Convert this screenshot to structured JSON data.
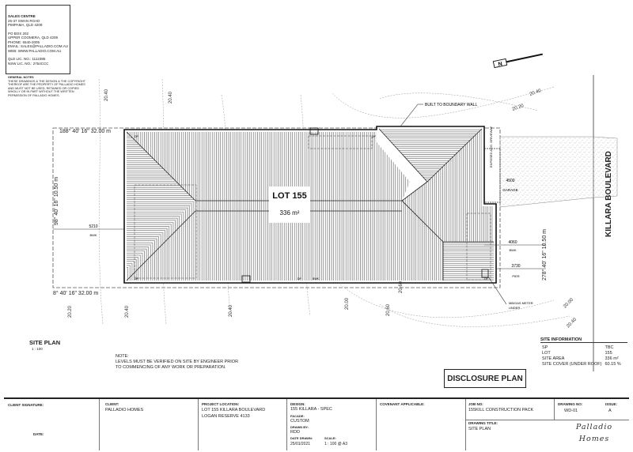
{
  "sales": {
    "heading": "SALES CENTRE",
    "lines": [
      "25-37 SWAN ROAD",
      "PIMPAMA, QLD 4209",
      "",
      "PO BOX 202",
      "UPPER COOMERA, QLD 4209",
      "PHONE: 5540-2005",
      "EMAIL: SALES@PALLADIO.COM.AU",
      "WEB: WWW.PALLADIO.COM.AU",
      "",
      "QLD LIC. NO.: 1112385",
      "NSW LIC. NO.: 2754CCC"
    ]
  },
  "notes": {
    "heading": "GENERAL NOTES",
    "lines": [
      "THESE DRAWINGS & THE DESIGN & THE COPYRIGHT",
      "THEREOF ARE THE PROPERTY OF PALLADIO HOMES",
      "AND MUST NOT BE USED, RETAINED OR COPIED",
      "WHOLLY OR IN PART WITHOUT THE WRITTEN",
      "PERMISSION OF PALLADIO HOMES."
    ]
  },
  "plan": {
    "lot_label": "LOT 155",
    "area_label": "336 m²",
    "north": "N",
    "street": "KILLARA BOULEVARD",
    "boundary_top": "188° 40' 16\" 32.00 m",
    "boundary_bottom": "8° 40' 16\" 32.00 m",
    "boundary_left": "98° 40' 16\" 10.50 m",
    "boundary_right": "278° 40' 16\" 10.50 m",
    "built_to_boundary": "BUILT TO BOUNDARY WALL",
    "driveway": "EXPOSED AGG. DRIVEWAY",
    "garage": "GARAGE",
    "garage_dim": "4500",
    "left_setback": "5210",
    "left_setback_sub": "BWK",
    "right_dim1": "4060",
    "right_dim1_sub": "BWK",
    "right_dim2": "3730",
    "right_dim2_sub": "PIER",
    "meter_note1": "MB/GAS METER",
    "meter_note2": "UNDER",
    "dp": "DP",
    "bwk": "BWK",
    "contours": [
      "20.40",
      "20.40",
      "20.40",
      "20.40",
      "20.20",
      "20.20",
      "20.40",
      "20.60",
      "20.00",
      "20.60",
      "20.00",
      "20.40"
    ]
  },
  "site_plan": {
    "title": "SITE PLAN",
    "scale": "1 : 100"
  },
  "note": {
    "heading": "NOTE:",
    "line1": "LEVELS MUST BE VERIFIED ON SITE BY ENGINEER PRIOR",
    "line2": "TO COMMENCING OF ANY WORK OR PREPARATION."
  },
  "site_info": {
    "heading": "SITE INFORMATION",
    "rows": [
      {
        "k": "SP",
        "v": "TBC"
      },
      {
        "k": "LOT",
        "v": "155"
      },
      {
        "k": "SITE AREA",
        "v": "336 m²"
      },
      {
        "k": "SITE COVER (UNDER ROOF)",
        "v": "60.15 %"
      }
    ]
  },
  "disclosure": "DISCLOSURE PLAN",
  "title_block": {
    "client_signature_label": "CLIENT SIGNATURE:",
    "date_label": "DATE:",
    "client_label": "CLIENT:",
    "client_value": "PALLADIO HOMES",
    "project_label": "PROJECT LOCATION:",
    "project_line1": "LOT 155 KILLARA BOULEVARD",
    "project_line2": "LOGAN RESERVE 4133",
    "design_label": "DESIGN:",
    "design_value": "155 KILLARA - SPEC",
    "facade_label": "FACADE:",
    "facade_value": "CUSTOM",
    "drawn_label": "DRAWN BY:",
    "drawn_value": "RDD",
    "date_drawn_label": "DATE DRAWN:",
    "date_drawn_value": "25/01/2021",
    "scale_label": "SCALE:",
    "scale_value": "1 : 100 @ A3",
    "covenant_label": "COVENANT APPLICABLE:",
    "job_label": "JOB NO:",
    "job_value": "155KILL CONSTRUCTION PACK",
    "drawing_title_label": "DRAWING TITLE:",
    "drawing_title_value": "SITE PLAN",
    "drawing_no_label": "DRAWING NO:",
    "drawing_no_value": "WD-01",
    "issue_label": "ISSUE:",
    "issue_value": "A",
    "logo_line1": "Palladio",
    "logo_line2": "Homes"
  }
}
